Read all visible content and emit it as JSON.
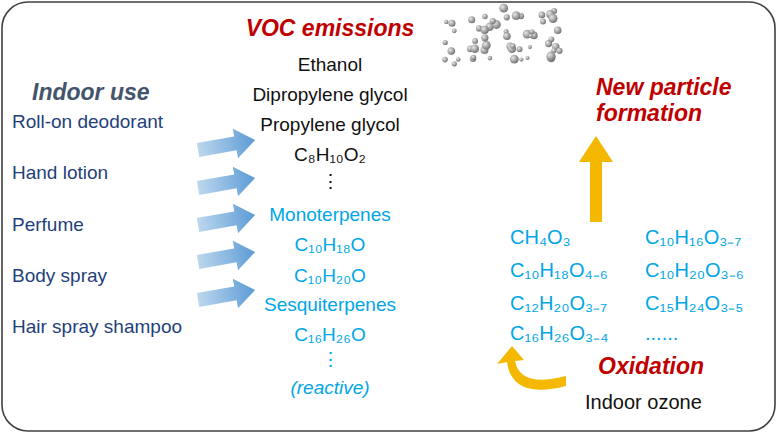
{
  "diagram": {
    "labels": [
      "Indoor use",
      "Roll-on deodorant",
      "Hand lotion",
      "Perfume",
      "Body spray",
      "Hair spray shampoo",
      "VOC emissions",
      "Ethanol",
      "Dipropylene glycol",
      "Propylene glycol",
      "C₈H₁₀O₂",
      "⋮",
      "Monoterpenes",
      "C₁₀H₁₈O",
      "C₁₀H₂₀O",
      "Sesquiterpenes",
      "C₁₆H₂₆O",
      "⋮",
      "(reactive)",
      "New particle formation",
      "CH₄O₃",
      "C₁₀H₁₆O₃₋₇",
      "C₁₀H₁₈O₄₋₆",
      "C₁₀H₂₀O₃₋₆",
      "C₁₂H₂₀O₃₋₇",
      "C₁₅H₂₄O₃₋₅",
      "C₁₆H₂₆O₃₋₄",
      "......",
      "Oxidation",
      "Indoor ozone"
    ]
  }
}
